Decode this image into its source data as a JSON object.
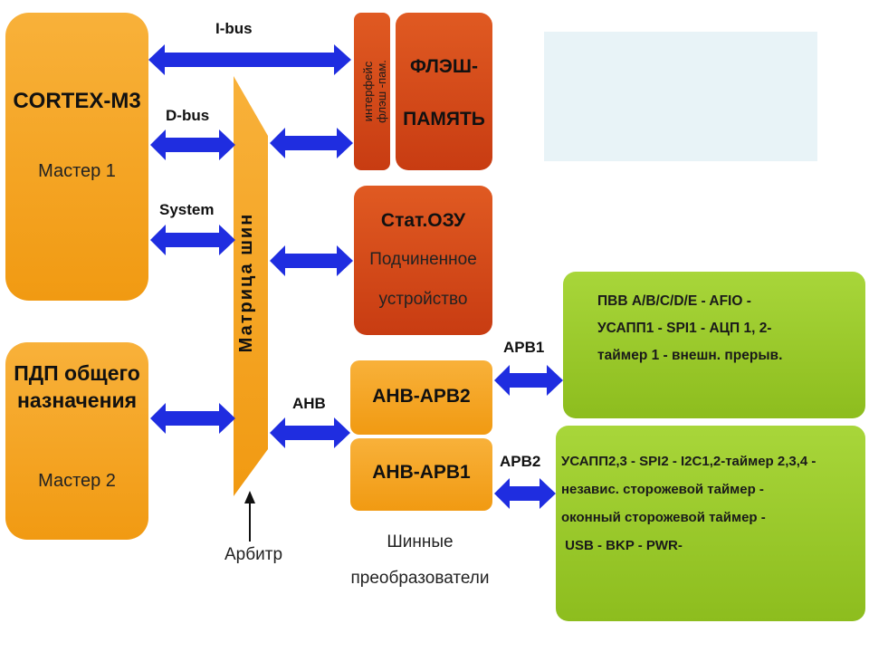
{
  "cortex": {
    "title": "CORTEX-M3",
    "subtitle": "Мастер 1"
  },
  "dma": {
    "title_line1": "ПДП общего",
    "title_line2": "назначения",
    "subtitle": "Мастер 2"
  },
  "buses": {
    "ibus": "I-bus",
    "dbus": "D-bus",
    "system": "System",
    "ahb": "AHB",
    "apb1": "APB1",
    "apb2": "APB2"
  },
  "matrix": {
    "label": "Матрица шин"
  },
  "arbiter": {
    "label": "Арбитр"
  },
  "flash": {
    "interface_line1": "интерфейс",
    "interface_line2": "флэш -пам.",
    "title_line1": "ФЛЭШ-",
    "title_line2": "ПАМЯТЬ"
  },
  "sram": {
    "title": "Стат.ОЗУ",
    "line1": "Подчиненное",
    "line2": "устройство"
  },
  "bridges": {
    "ahb_apb2": "AHB-APB2",
    "ahb_apb1": "AHB-APB1",
    "caption_line1": "Шинные",
    "caption_line2": "преобразователи"
  },
  "apb1_devices": [
    "ПВВ A/B/C/D/E - AFIO -",
    "УСАПП1 - SPI1 - АЦП 1, 2-",
    "таймер 1 - внешн. прерыв."
  ],
  "apb2_devices": [
    "УСАПП2,3 - SPI2 - I2C1,2-таймер 2,3,4 -",
    "независ. сторожевой таймер -",
    "оконный сторожевой таймер -",
    " USB - BKP - PWR-"
  ],
  "colors": {
    "orange": "#f5a623",
    "red_orange": "#d84a1b",
    "green": "#9ccc2a",
    "arrow_blue": "#1f2de0"
  }
}
